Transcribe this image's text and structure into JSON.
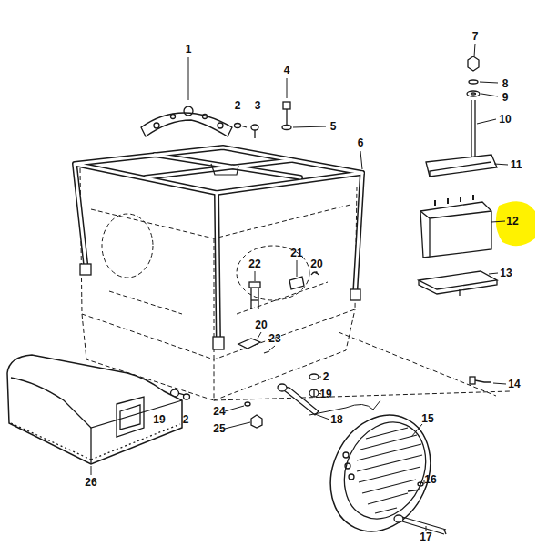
{
  "diagram": {
    "labels": [
      "1",
      "2",
      "3",
      "4",
      "5",
      "6",
      "7",
      "8",
      "9",
      "10",
      "11",
      "12",
      "22",
      "21",
      "20",
      "13",
      "20",
      "23",
      "2",
      "14",
      "19",
      "19",
      "2",
      "15",
      "24",
      "25",
      "18",
      "16",
      "26",
      "17"
    ]
  }
}
